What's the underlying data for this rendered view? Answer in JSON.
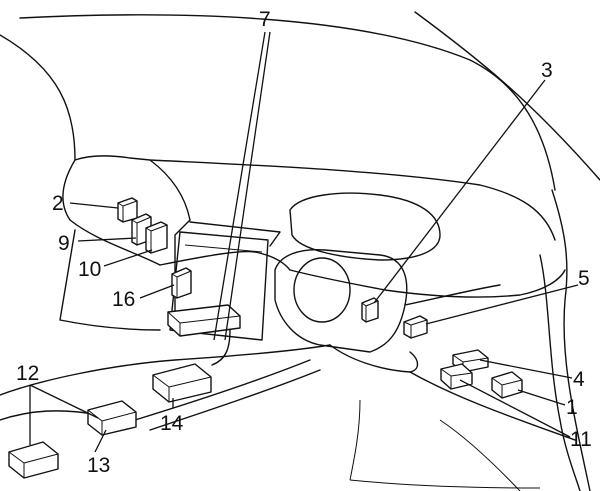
{
  "callouts": [
    {
      "id": "1",
      "label": "1"
    },
    {
      "id": "2",
      "label": "2"
    },
    {
      "id": "3",
      "label": "3"
    },
    {
      "id": "4",
      "label": "4"
    },
    {
      "id": "5",
      "label": "5"
    },
    {
      "id": "7",
      "label": "7"
    },
    {
      "id": "9",
      "label": "9"
    },
    {
      "id": "10",
      "label": "10"
    },
    {
      "id": "11",
      "label": "11"
    },
    {
      "id": "12",
      "label": "12"
    },
    {
      "id": "13",
      "label": "13"
    },
    {
      "id": "14",
      "label": "14"
    },
    {
      "id": "16",
      "label": "16"
    }
  ]
}
